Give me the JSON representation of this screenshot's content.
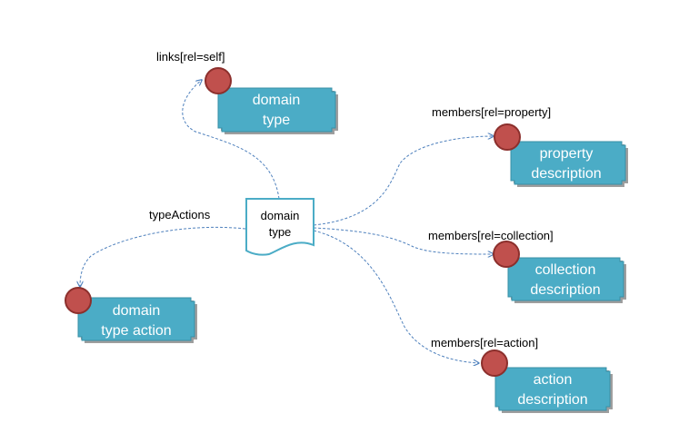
{
  "center": {
    "lines": [
      "domain",
      "type"
    ]
  },
  "nodes": {
    "domain_type": {
      "lines": [
        "domain",
        "type"
      ]
    },
    "property_description": {
      "lines": [
        "property",
        "description"
      ]
    },
    "collection_description": {
      "lines": [
        "collection",
        "description"
      ]
    },
    "action_description": {
      "lines": [
        "action",
        "description"
      ]
    },
    "domain_type_action": {
      "lines": [
        "domain",
        "type action"
      ]
    }
  },
  "edges": {
    "self": "links[rel=self]",
    "property": "members[rel=property]",
    "collection": "members[rel=collection]",
    "action": "members[rel=action]",
    "type_actions": "typeActions"
  },
  "colors": {
    "node_fill": "#4bacc6",
    "node_stroke": "#3a8fa6",
    "node_shadow": "#9e9e9e",
    "circle_fill": "#c0504d",
    "circle_stroke": "#8c2f2c",
    "doc_stroke": "#4bacc6",
    "edge_stroke": "#4f81bd"
  }
}
